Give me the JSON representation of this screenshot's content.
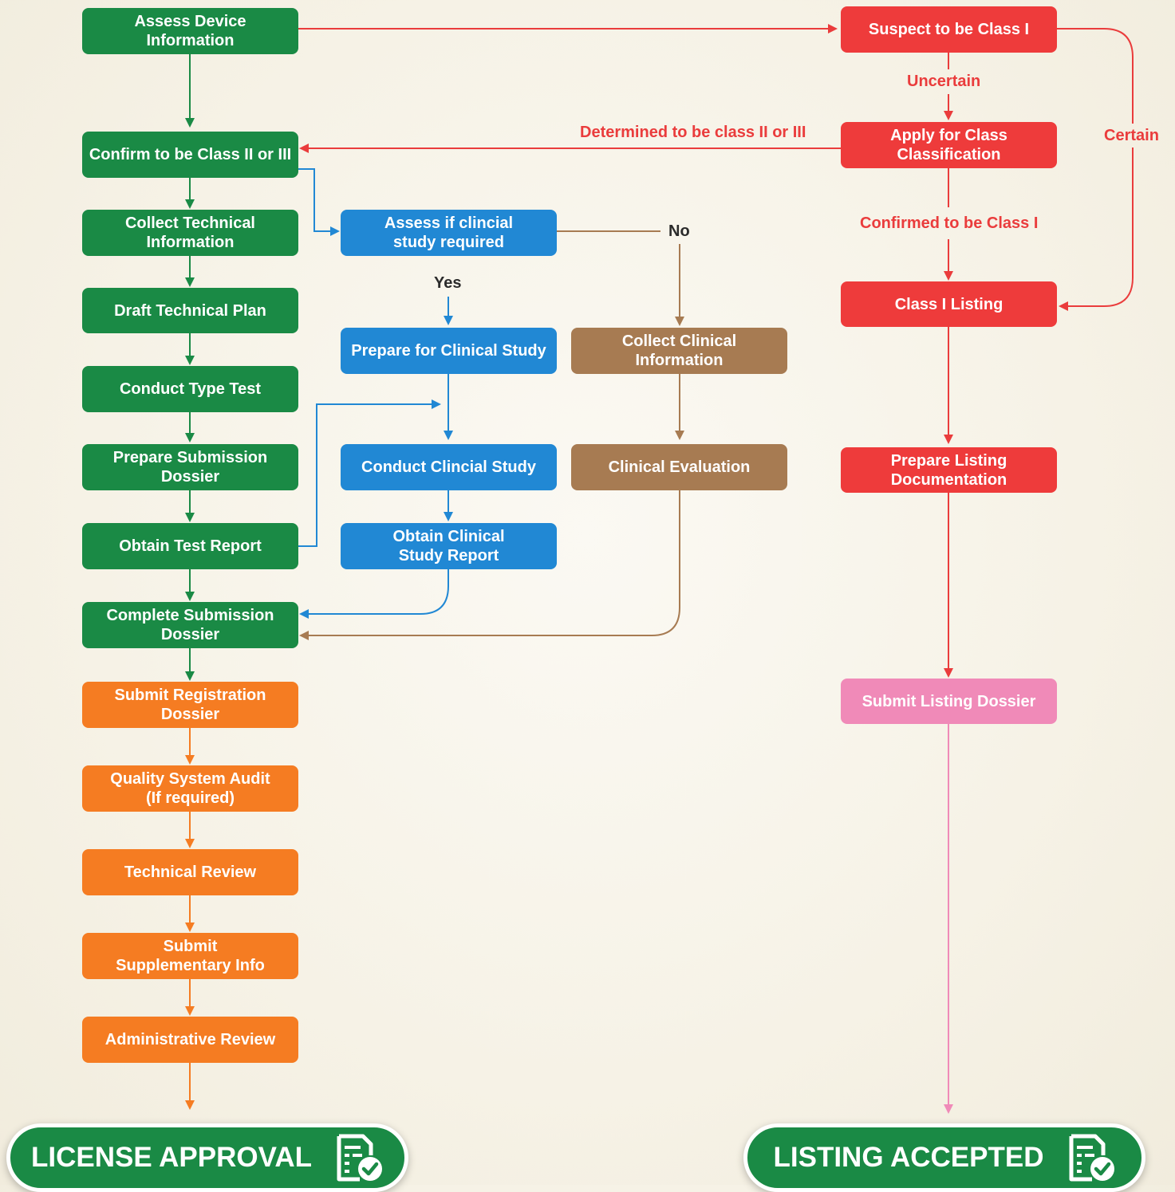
{
  "nodes": {
    "assess_device": "Assess Device Information",
    "confirm_class": "Confirm to be Class II or III",
    "collect_technical": "Collect Technical Information",
    "draft_plan": "Draft Technical Plan",
    "type_test": "Conduct Type Test",
    "prepare_dossier": "Prepare Submission Dossier",
    "test_report": "Obtain Test Report",
    "complete_dossier": "Complete Submission Dossier",
    "submit_registration": "Submit Registration Dossier",
    "quality_audit": "Quality System Audit (If required)",
    "technical_review": "Technical Review",
    "supplementary": "Submit Supplementary Info",
    "admin_review": "Administrative Review",
    "assess_clinical": "Assess if clincial study required",
    "prepare_clinical": "Prepare for Clinical Study",
    "conduct_clinical": "Conduct Clincial Study",
    "clinical_report": "Obtain Clinical Study Report",
    "collect_clinical": "Collect Clinical Information",
    "clinical_eval": "Clinical Evaluation",
    "suspect_class1": "Suspect to be Class I",
    "apply_classification": "Apply for Class Classification",
    "class1_listing": "Class I Listing",
    "prepare_listing": "Prepare Listing Documentation",
    "submit_listing": "Submit Listing Dossier"
  },
  "edge_labels": {
    "uncertain": "Uncertain",
    "certain": "Certain",
    "determined": "Determined to be class II or III",
    "confirmed_class1": "Confirmed to be Class I",
    "yes": "Yes",
    "no": "No"
  },
  "outcomes": {
    "license": "LICENSE APPROVAL",
    "listing": "LISTING ACCEPTED"
  },
  "colors": {
    "green": "#1a8a45",
    "blue": "#2188d4",
    "brown": "#a77b52",
    "red": "#ee3b3b",
    "pink": "#f08ab8",
    "orange": "#f57c22"
  },
  "icons": {
    "outcome_icon": "document-check-icon"
  }
}
